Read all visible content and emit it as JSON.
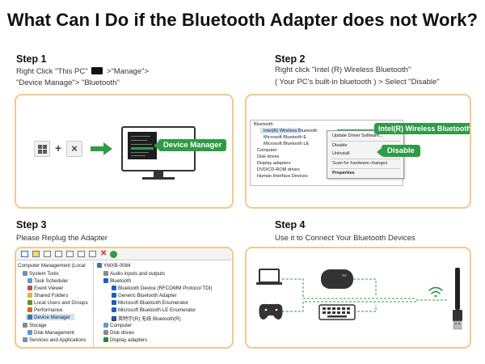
{
  "title": "What Can I Do if the Bluetooth Adapter does not Work?",
  "steps": [
    {
      "heading": "Step 1",
      "line1a": "Right Click \"This PC\"",
      "line1b": ">\"Manage\">",
      "line2": "\"Device Manage\"> \"Bluetooth\"",
      "callout": "Device Manager"
    },
    {
      "heading": "Step 2",
      "line1": "Right click \"Intel (R) Wireless Bluetooth\"",
      "line2": "( Your PC's built-in bluetooth ) > Select \"Disable\"",
      "callout_device": "Intel(R) Wireless Bluetooth",
      "callout_action": "Disable"
    },
    {
      "heading": "Step 3",
      "line1": "Please Replug the Adapter"
    },
    {
      "heading": "Step 4",
      "line1": "Use it to Connect Your Bluetooth Devices"
    }
  ],
  "step2_tree": [
    "Bluetooth",
    "Intel(R) Wireless Bluetooth",
    "Microsoft Bluetooth E",
    "Microsoft Bluetooth LE",
    "Computer",
    "Disk drives",
    "Display adapters",
    "DVD/CD-ROM drives",
    "Human Interface Devices"
  ],
  "step2_menu": [
    "Update Driver Software...",
    "Disable",
    "Uninstall",
    "Scan for hardware changes",
    "Properties"
  ],
  "step3_left": [
    "Computer Management (Local",
    "System Tools",
    "Task Scheduler",
    "Event Viewer",
    "Shared Folders",
    "Local Users and Groups",
    "Performance",
    "Device Manager",
    "Storage",
    "Disk Management",
    "Services and Applications"
  ],
  "step3_right": [
    "YMXB-0084",
    "Audio inputs and outputs",
    "Bluetooth",
    "Bluetooth Device (RFCOMM Protocol TDI)",
    "Generic Bluetooth Adapter",
    "Microsoft Bluetooth Enumerator",
    "Microsoft Bluetooth LE Enumerator",
    "英特尔(R) 无线 Bluetooth(R)",
    "Computer",
    "Disk drives",
    "Display adapters"
  ],
  "colors": {
    "accent_green": "#2f9b46",
    "panel_border": "#f2c98c"
  },
  "icons": [
    "windows-key-icon",
    "x-key-icon",
    "arrow-right-icon",
    "monitor-icon",
    "laptop-icon",
    "gamepad-icon",
    "mouse-icon",
    "keyboard-icon",
    "wifi-signal-icon",
    "usb-adapter-icon"
  ]
}
